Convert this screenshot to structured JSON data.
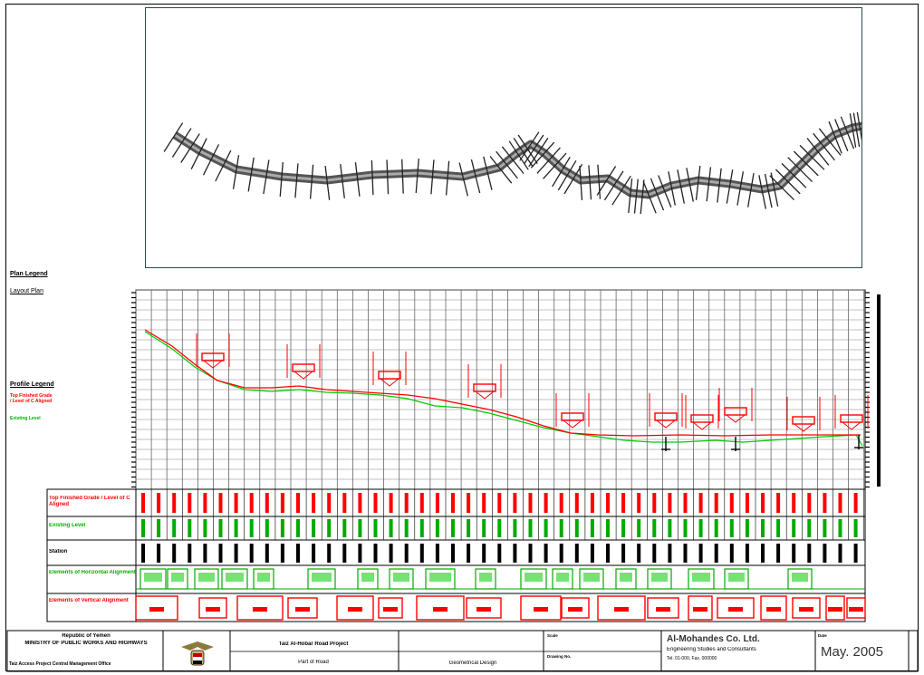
{
  "legends": {
    "plan_legend": "Plan Legend",
    "plan_legend_sub": "Layout Plan",
    "profile_legend": "Profile Legend",
    "profile_items": [
      {
        "label": "Top Finished Grade / Level of C Aligned",
        "color": "#ff0000"
      },
      {
        "label": "Existing Level",
        "color": "#00cc00"
      }
    ]
  },
  "bands": [
    {
      "label": "Top Finished Grade / Level of C Aligned",
      "color": "#ff0000"
    },
    {
      "label": "Existing Level",
      "color": "#00b000"
    },
    {
      "label": "Station",
      "color": "#000000"
    },
    {
      "label": "Elements of Horizontal Alignment",
      "color": "#00b000"
    },
    {
      "label": "Elements of Vertical Alignment",
      "color": "#ff0000"
    }
  ],
  "title_block": {
    "republic": "Republic of Yemen",
    "ministry": "MINISTRY OF PUBLIC WORKS AND HIGHWAYS",
    "office": "Taiz Access Project Central Management Office",
    "project": "Taiz Al-Hobar Road Project",
    "section": "Part of Road",
    "design": "Geometrical Design",
    "company_name": "Al-Mohandes Co. Ltd.",
    "company_sub": "Engineering Studies and Consultants",
    "company_contact": "Tel. 01-000, Fax. 000000",
    "scale_label": "Scale",
    "drawing_no_label": "Drawing No.",
    "date_label": "Date",
    "date": "May. 2005"
  },
  "colors": {
    "design": "#ff0000",
    "existing": "#00cc00",
    "frame": "#2b4a4a"
  }
}
